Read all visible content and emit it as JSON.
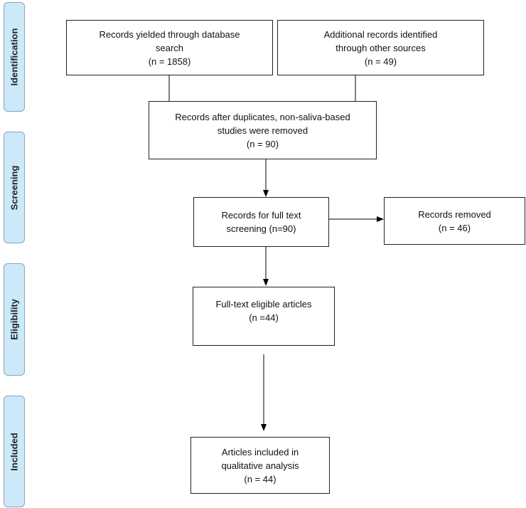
{
  "stages": [
    {
      "id": "identification",
      "label": "Identification"
    },
    {
      "id": "screening",
      "label": "Screening"
    },
    {
      "id": "eligibility",
      "label": "Eligibility"
    },
    {
      "id": "included",
      "label": "Included"
    }
  ],
  "boxes": {
    "database_search": {
      "lines": [
        "Records yielded through database",
        "search",
        "(n = 1858)"
      ]
    },
    "other_sources": {
      "lines": [
        "Additional records identified",
        "through other sources",
        "(n = 49)"
      ]
    },
    "after_duplicates": {
      "lines": [
        "Records after duplicates, non-saliva-based",
        "studies were removed",
        "(n = 90)"
      ]
    },
    "full_text_screening": {
      "lines": [
        "Records for full text",
        "screening (n=90)"
      ]
    },
    "records_removed": {
      "lines": [
        "Records removed",
        "(n = 46)"
      ]
    },
    "eligible_articles": {
      "lines": [
        "Full-text eligible articles",
        "(n =44)"
      ]
    },
    "included_articles": {
      "lines": [
        "Articles included in",
        "qualitative analysis",
        "(n = 44)"
      ]
    }
  }
}
